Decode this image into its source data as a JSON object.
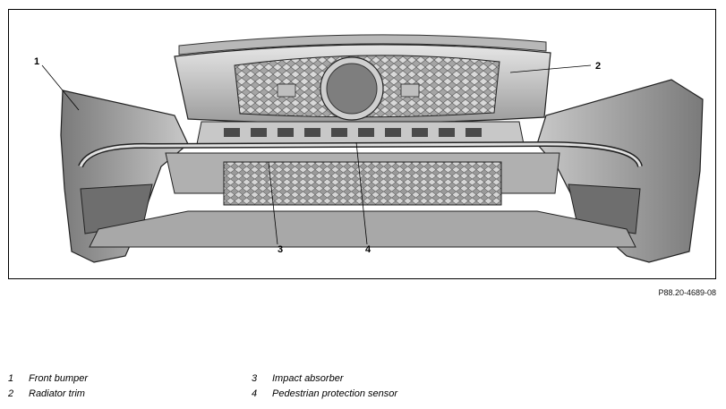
{
  "figure": {
    "code": "P88.20-4689-08",
    "callouts": [
      "1",
      "2",
      "3",
      "4"
    ]
  },
  "legend": [
    {
      "num": "1",
      "label": "Front bumper"
    },
    {
      "num": "2",
      "label": "Radiator trim"
    },
    {
      "num": "3",
      "label": "Impact absorber"
    },
    {
      "num": "4",
      "label": "Pedestrian protection sensor"
    }
  ]
}
